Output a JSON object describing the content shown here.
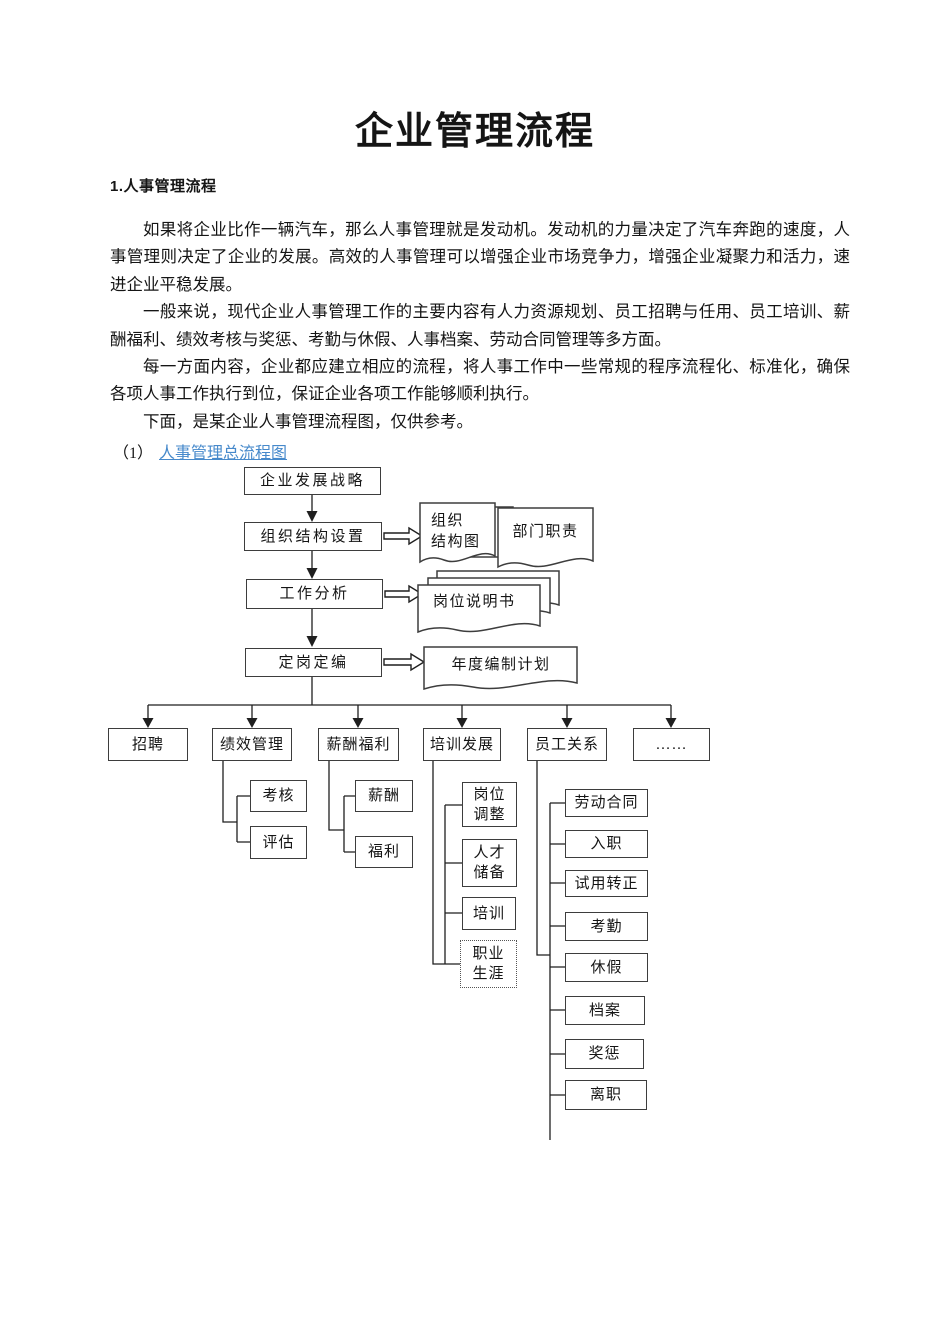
{
  "doc": {
    "title": "企业管理流程",
    "section_heading": "1.人事管理流程",
    "paragraphs": [
      "如果将企业比作一辆汽车，那么人事管理就是发动机。发动机的力量决定了汽车奔跑的速度，人事管理则决定了企业的发展。高效的人事管理可以增强企业市场竞争力，增强企业凝聚力和活力，速进企业平稳发展。",
      "一般来说，现代企业人事管理工作的主要内容有人力资源规划、员工招聘与任用、员工培训、薪酬福利、绩效考核与奖惩、考勤与休假、人事档案、劳动合同管理等多方面。",
      "每一方面内容，企业都应建立相应的流程，将人事工作中一些常规的程序流程化、标准化，确保各项人事工作执行到位，保证企业各项工作能够顺利执行。",
      "下面，是某企业人事管理流程图，仅供参考。"
    ],
    "figure_label": "（1）",
    "figure_link": "人事管理总流程图",
    "link_color": "#4689CB"
  },
  "flowchart": {
    "main_steps": [
      "企业发展战略",
      "组织结构设置",
      "工作分析",
      "定岗定编"
    ],
    "documents": {
      "org_chart": "组织\n结构图",
      "dept_duty": "部门职责",
      "job_description": "岗位说明书",
      "annual_plan": "年度编制计划"
    },
    "branches": [
      "招聘",
      "绩效管理",
      "薪酬福利",
      "培训发展",
      "员工关系",
      "……"
    ],
    "performance_children": [
      "考核",
      "评估"
    ],
    "compensation_children": [
      "薪酬",
      "福利"
    ],
    "training_children": [
      "岗位\n调整",
      "人才\n储备",
      "培训",
      "职业\n生涯"
    ],
    "employee_relation_children": [
      "劳动合同",
      "入职",
      "试用转正",
      "考勤",
      "休假",
      "档案",
      "奖惩",
      "离职"
    ]
  }
}
